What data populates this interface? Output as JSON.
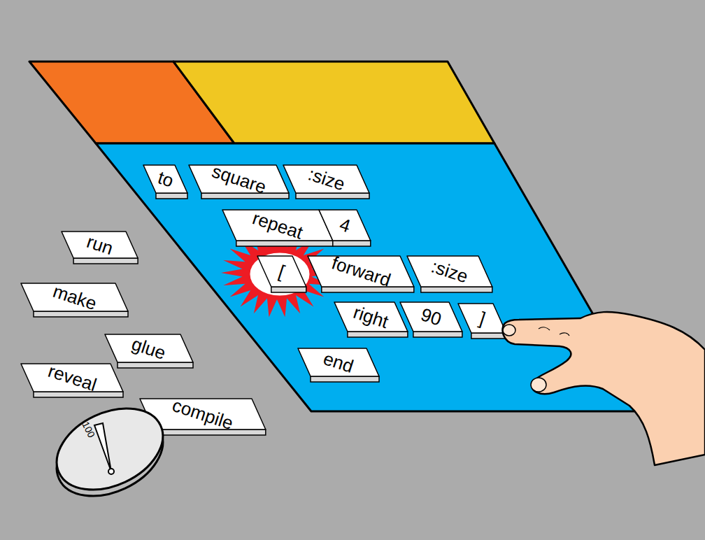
{
  "diagram": {
    "nodes": [
      {
        "text": [
          "to"
        ]
      },
      {
        "text": [
          "square"
        ]
      },
      {
        "text": [
          ":size"
        ]
      },
      {
        "text": [
          "repeat"
        ]
      },
      {
        "text": [
          "4"
        ]
      },
      {
        "text": [
          "["
        ]
      },
      {
        "text": [
          "forward"
        ]
      },
      {
        "text": [
          ":size"
        ]
      },
      {
        "text": [
          "right"
        ]
      },
      {
        "text": [
          "90"
        ]
      },
      {
        "text": [
          "]"
        ]
      },
      {
        "text": [
          "end"
        ]
      },
      {
        "text": [
          "run"
        ]
      },
      {
        "text": [
          "make"
        ]
      },
      {
        "text": [
          "glue"
        ]
      },
      {
        "text": [
          "reveal"
        ]
      },
      {
        "text": [
          "compile"
        ]
      },
      {
        "text": [
          "100"
        ]
      }
    ]
  }
}
